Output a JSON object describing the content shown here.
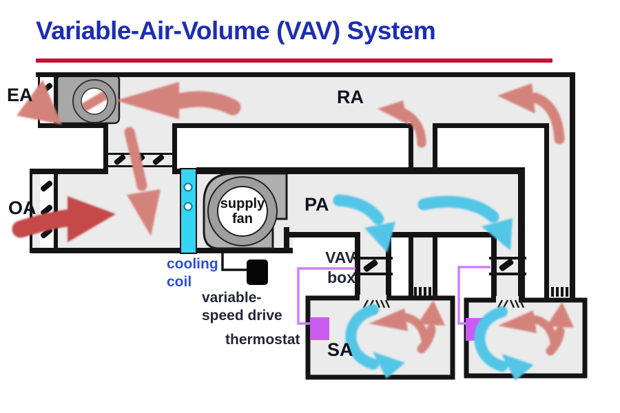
{
  "title": "Variable-Air-Volume (VAV) System",
  "labels": {
    "ea": "EA",
    "ra": "RA",
    "oa": "OA",
    "pa": "PA",
    "sa": "SA",
    "supply_fan": "supply fan",
    "cooling_coil": "cooling coil",
    "variable_speed_drive": "variable-speed drive",
    "thermostat": "thermostat",
    "vav_box": "VAV box"
  },
  "colors": {
    "title_blue": "#1d2db2",
    "underline_red": "#c41236",
    "duct_fill": "#ebebeb",
    "wall_black": "#141414",
    "warm_air_arrow": "#d4837b",
    "outside_air_arrow": "#c64a4a",
    "cool_air_arrow": "#52c6e8",
    "cooling_coil_cyan": "#35d5f4",
    "thermostat_purple": "#cb5cf0",
    "control_line_purple": "#cf7dff",
    "component_label_blue": "#2b4fd7",
    "component_label_dark": "#23263a"
  }
}
